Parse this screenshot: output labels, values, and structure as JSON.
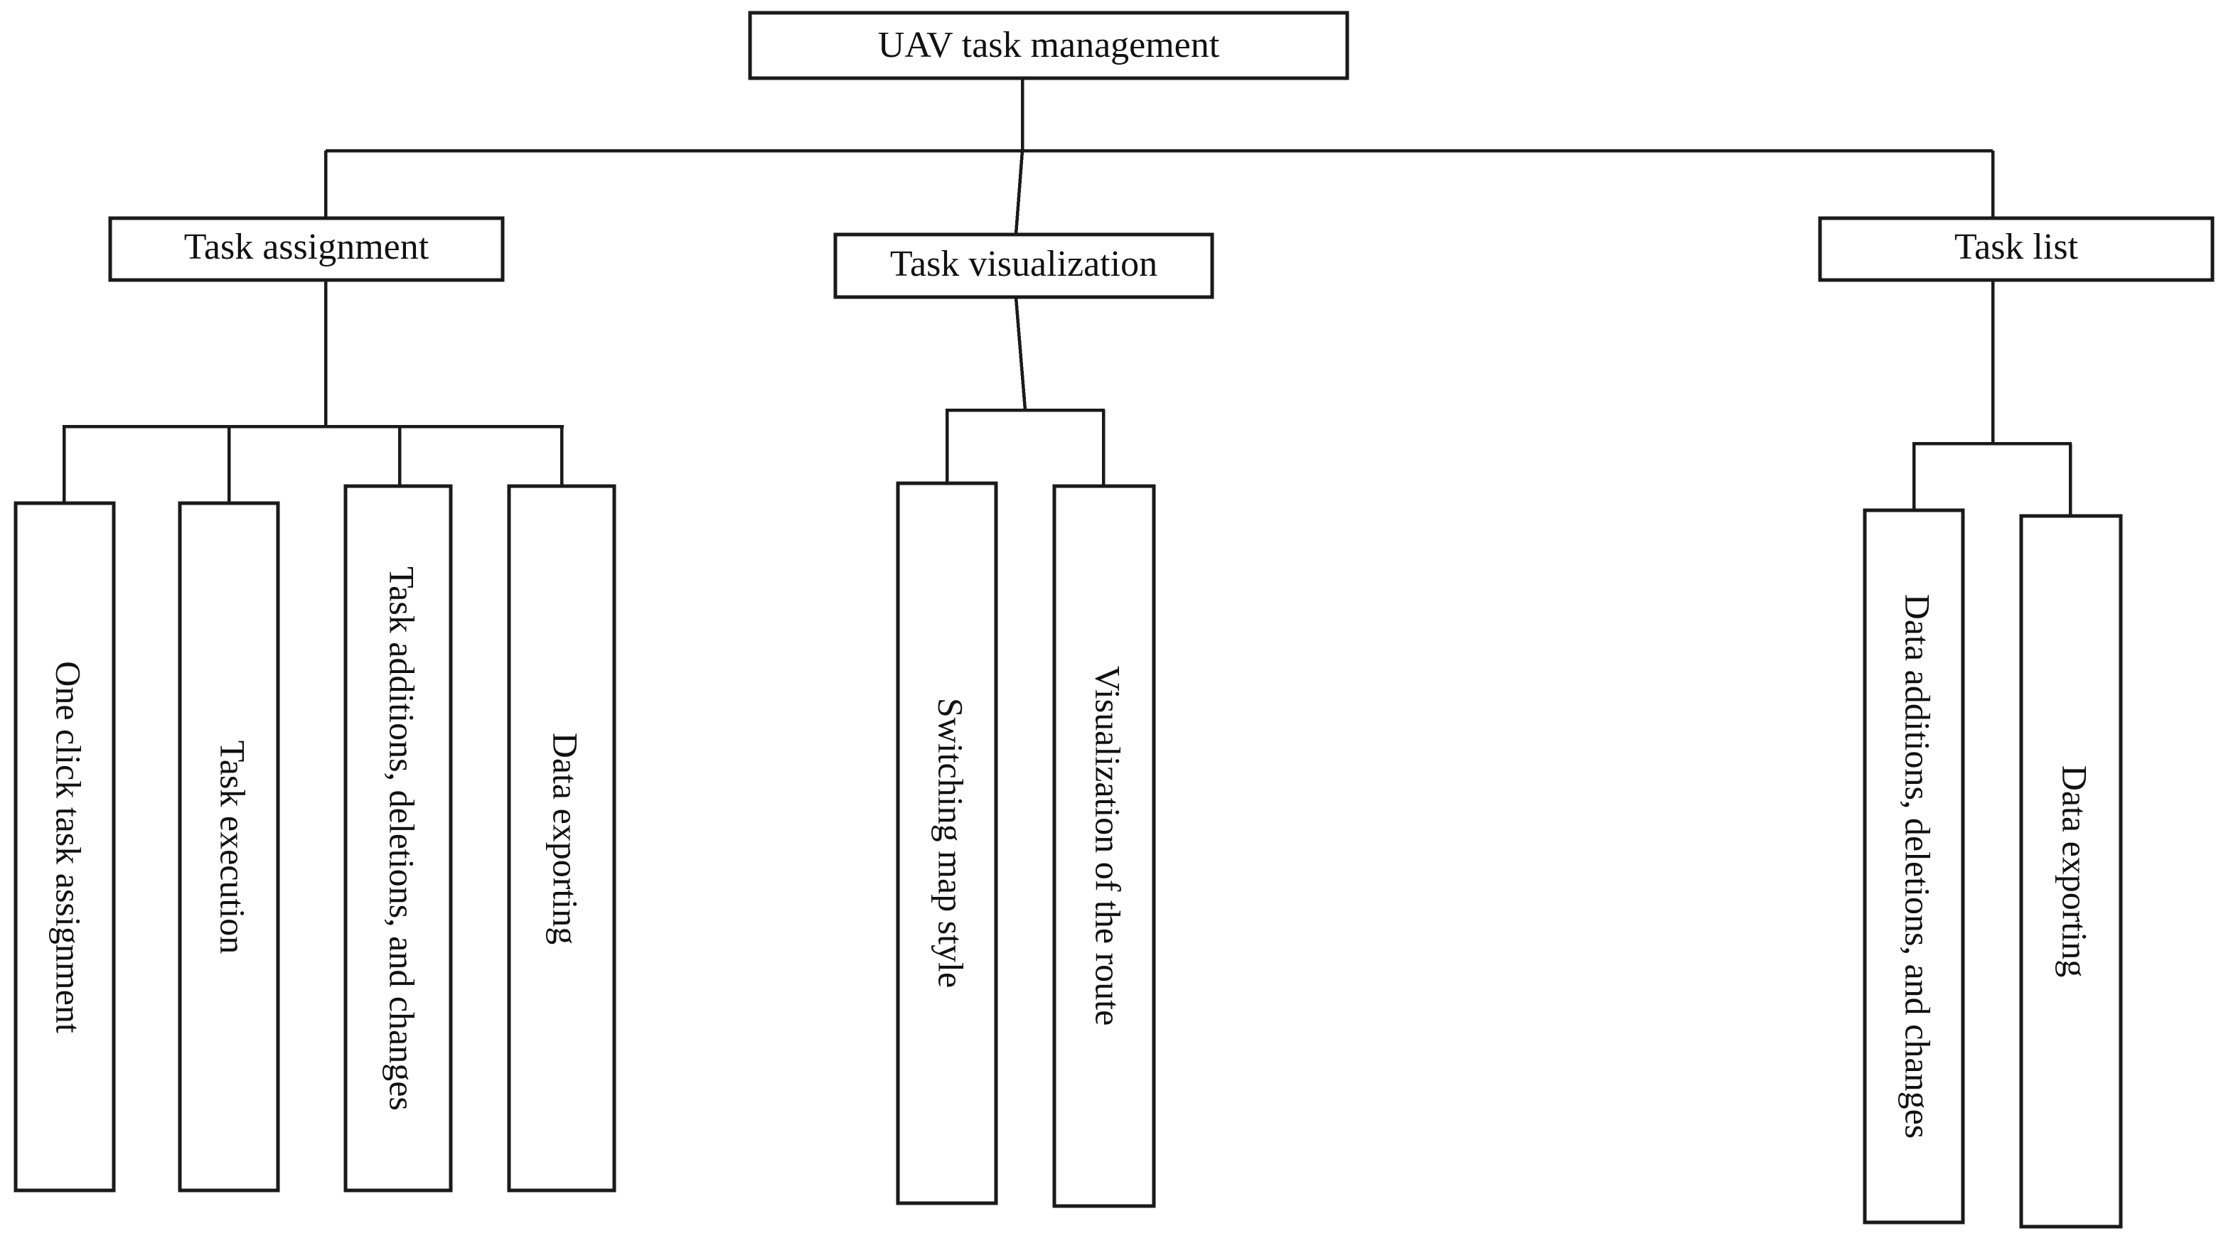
{
  "diagram": {
    "type": "tree-hierarchy",
    "title": "UAV task management",
    "orientation": "top-down",
    "style": {
      "background": "#ffffff",
      "box_fill": "#ffffff",
      "box_stroke": "#1a1a1a",
      "connector_stroke": "#1a1a1a",
      "text_color": "#111111"
    },
    "root": {
      "label": "UAV task management"
    },
    "branches": [
      {
        "label": "Task assignment",
        "children": [
          {
            "label": "One click task assignment"
          },
          {
            "label": "Task execution"
          },
          {
            "label": "Task additions, deletions, and changes"
          },
          {
            "label": "Data exporting"
          }
        ]
      },
      {
        "label": "Task visualization",
        "children": [
          {
            "label": "Switching map style"
          },
          {
            "label": "Visualization of the route"
          }
        ]
      },
      {
        "label": "Task list",
        "children": [
          {
            "label": "Data additions, deletions, and changes"
          },
          {
            "label": "Data exporting"
          }
        ]
      }
    ]
  }
}
